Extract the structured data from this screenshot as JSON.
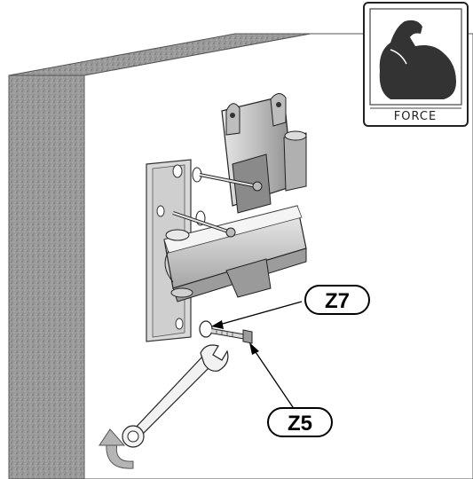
{
  "force_badge": {
    "icon": "flexed-arm-icon",
    "label": "FORCE"
  },
  "callouts": {
    "z7": "Z7",
    "z5": "Z5"
  },
  "colors": {
    "wall": "#8f8f8f",
    "wall_face": "#ffffff",
    "metal": "#c8c8c8",
    "dark_metal": "#5a5a5a",
    "arrow": "#b5b5b5"
  }
}
